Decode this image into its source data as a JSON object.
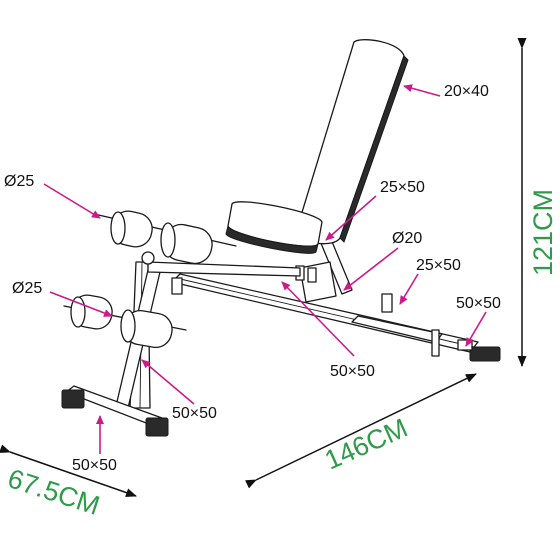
{
  "labels": {
    "backrest_tube": "20×40",
    "upper_roller_rod": "Ø25",
    "lower_roller_rod": "Ø25",
    "seat_support": "25×50",
    "adjust_pin": "Ø20",
    "ladder_tube": "25×50",
    "rear_foot": "50×50",
    "main_beam": "50×50",
    "front_leg": "50×50",
    "front_foot": "50×50"
  },
  "dimensions": {
    "height": "121CM",
    "length": "146CM",
    "width": "67.5CM"
  },
  "colors": {
    "pointer": "#cc1a8a",
    "dimension": "#2e9a4a",
    "outline": "#1a1a1a"
  }
}
